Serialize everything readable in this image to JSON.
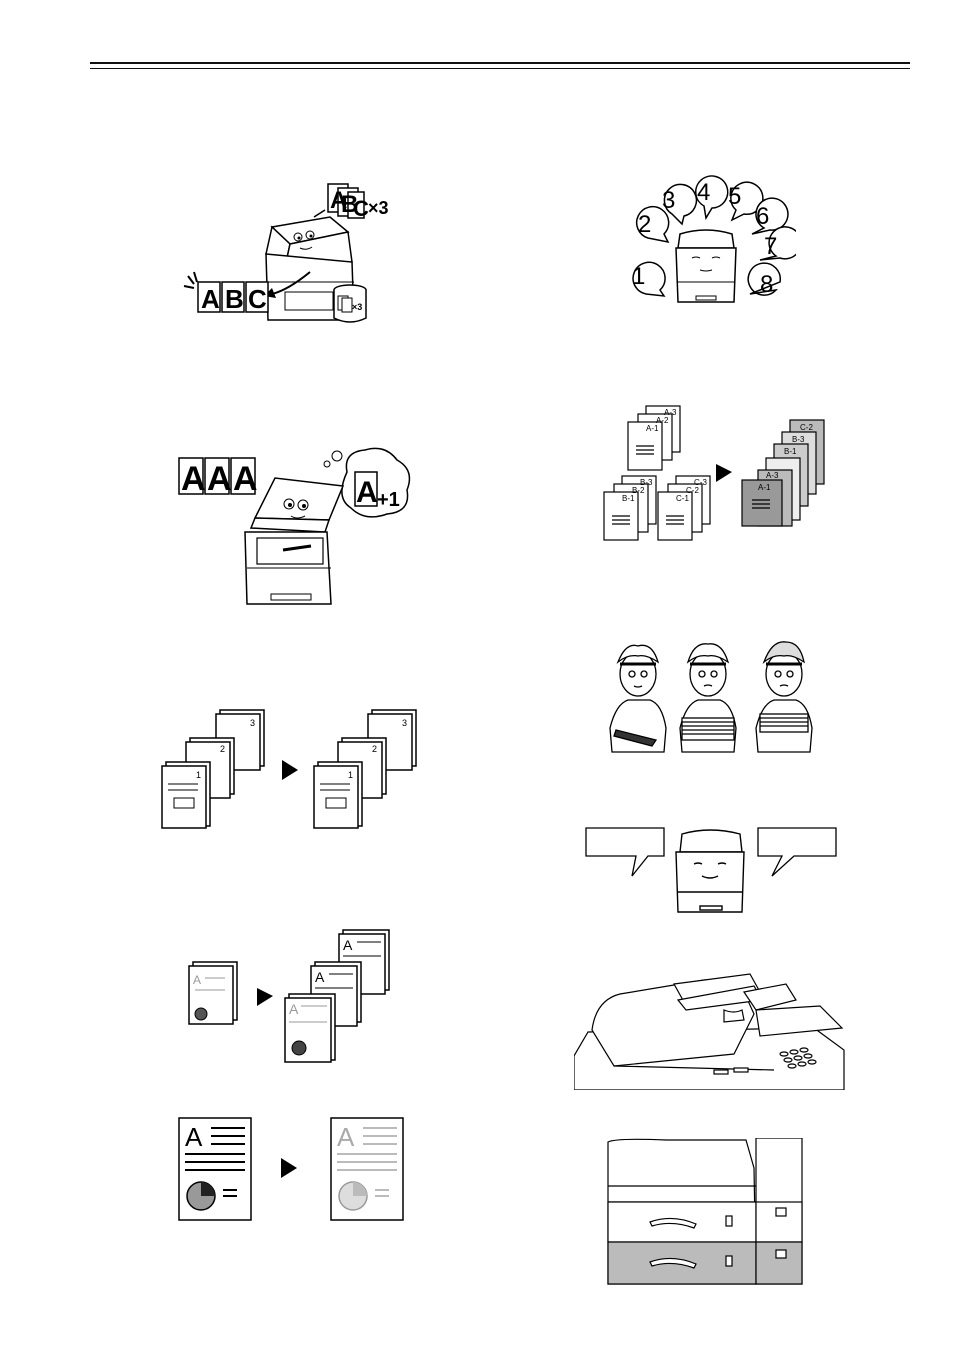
{
  "illustrations": {
    "memory_copy": {
      "letters": [
        "A",
        "B",
        "C"
      ],
      "multiplier": "×3",
      "small_multiplier": "×3"
    },
    "program_numbers": [
      "1",
      "2",
      "3",
      "4",
      "5",
      "6",
      "7",
      "8"
    ],
    "auto_offset": {
      "letters": [
        "A",
        "A",
        "A"
      ],
      "plus": "+1"
    },
    "collate_sets": {
      "a": [
        "A-3",
        "A-2",
        "A-1"
      ],
      "b": [
        "B-3",
        "B-2",
        "B-1"
      ],
      "c": [
        "C-3",
        "C-2",
        "C-1"
      ],
      "result": [
        "C-2",
        "B-3",
        "B-1",
        "A-3",
        "A-1"
      ]
    },
    "page_numbers": [
      "1",
      "2",
      "3"
    ],
    "doc_letter": "A"
  }
}
